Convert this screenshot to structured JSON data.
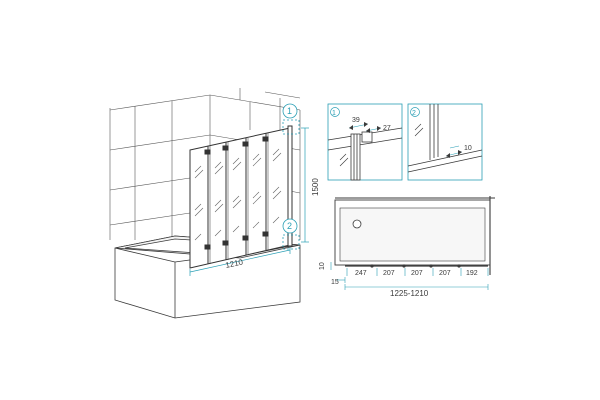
{
  "colors": {
    "line": "#3a3a3a",
    "accent": "#2a9fb5",
    "fill_light": "#f4f4f4"
  },
  "main_view": {
    "width_dim": "1210",
    "height_dim": "1500",
    "callout_1": "1",
    "callout_2": "2"
  },
  "detail_1": {
    "label": "1",
    "dim_a": "39",
    "dim_b": "27"
  },
  "detail_2": {
    "label": "2",
    "dim_a": "10"
  },
  "plan_view": {
    "wall_offset": "10",
    "start_offset": "15",
    "panel_widths": [
      "247",
      "207",
      "207",
      "207",
      "192"
    ],
    "total_range": "1225-1210"
  }
}
